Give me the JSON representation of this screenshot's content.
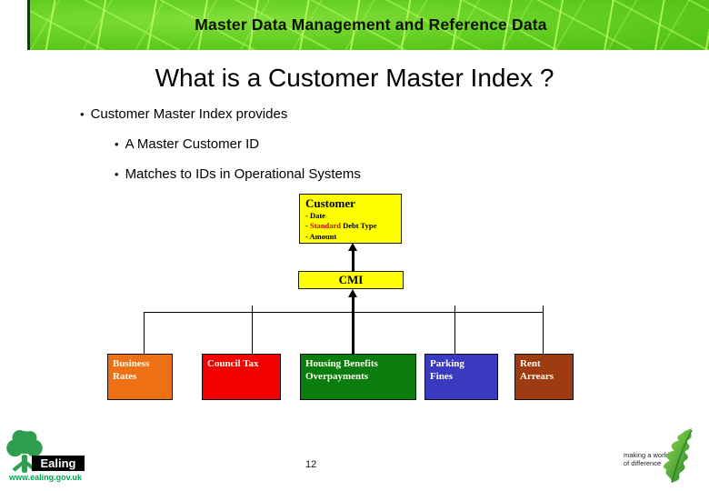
{
  "header": {
    "title": "Master Data Management and Reference Data"
  },
  "content": {
    "title": "What is a Customer Master Index ?",
    "bullet_char": "•",
    "bullet1": "Customer Master Index provides",
    "bullet2": "A Master Customer ID",
    "bullet3": "Matches to IDs in Operational Systems"
  },
  "diagram": {
    "customer": {
      "title": "Customer",
      "line1": "- Date",
      "line2_prefix": "- ",
      "line2_highlight": "Standard",
      "line2_rest": " Debt Type",
      "line3": "- Amount",
      "highlight_color": "#d90000",
      "fill": "#ffff00"
    },
    "cmi": {
      "label": "CMI",
      "fill": "#ffff00"
    },
    "systems": [
      {
        "name": "business-rates",
        "label": "Business Rates",
        "color": "#ed7014"
      },
      {
        "name": "council-tax",
        "label": "Council Tax",
        "color": "#f50000"
      },
      {
        "name": "housing-benefits",
        "label": "Housing Benefits Overpayments",
        "color": "#0b7c0e"
      },
      {
        "name": "parking-fines",
        "label": "Parking Fines",
        "color": "#3a3ac0"
      },
      {
        "name": "rent-arrears",
        "label": "Rent Arrears",
        "color": "#9e3b12"
      }
    ]
  },
  "footer": {
    "page_number": "12",
    "ealing_name": "Ealing",
    "ealing_url": "www.ealing.gov.uk",
    "tagline": "making a world of difference",
    "brand_green": "#00a651"
  }
}
